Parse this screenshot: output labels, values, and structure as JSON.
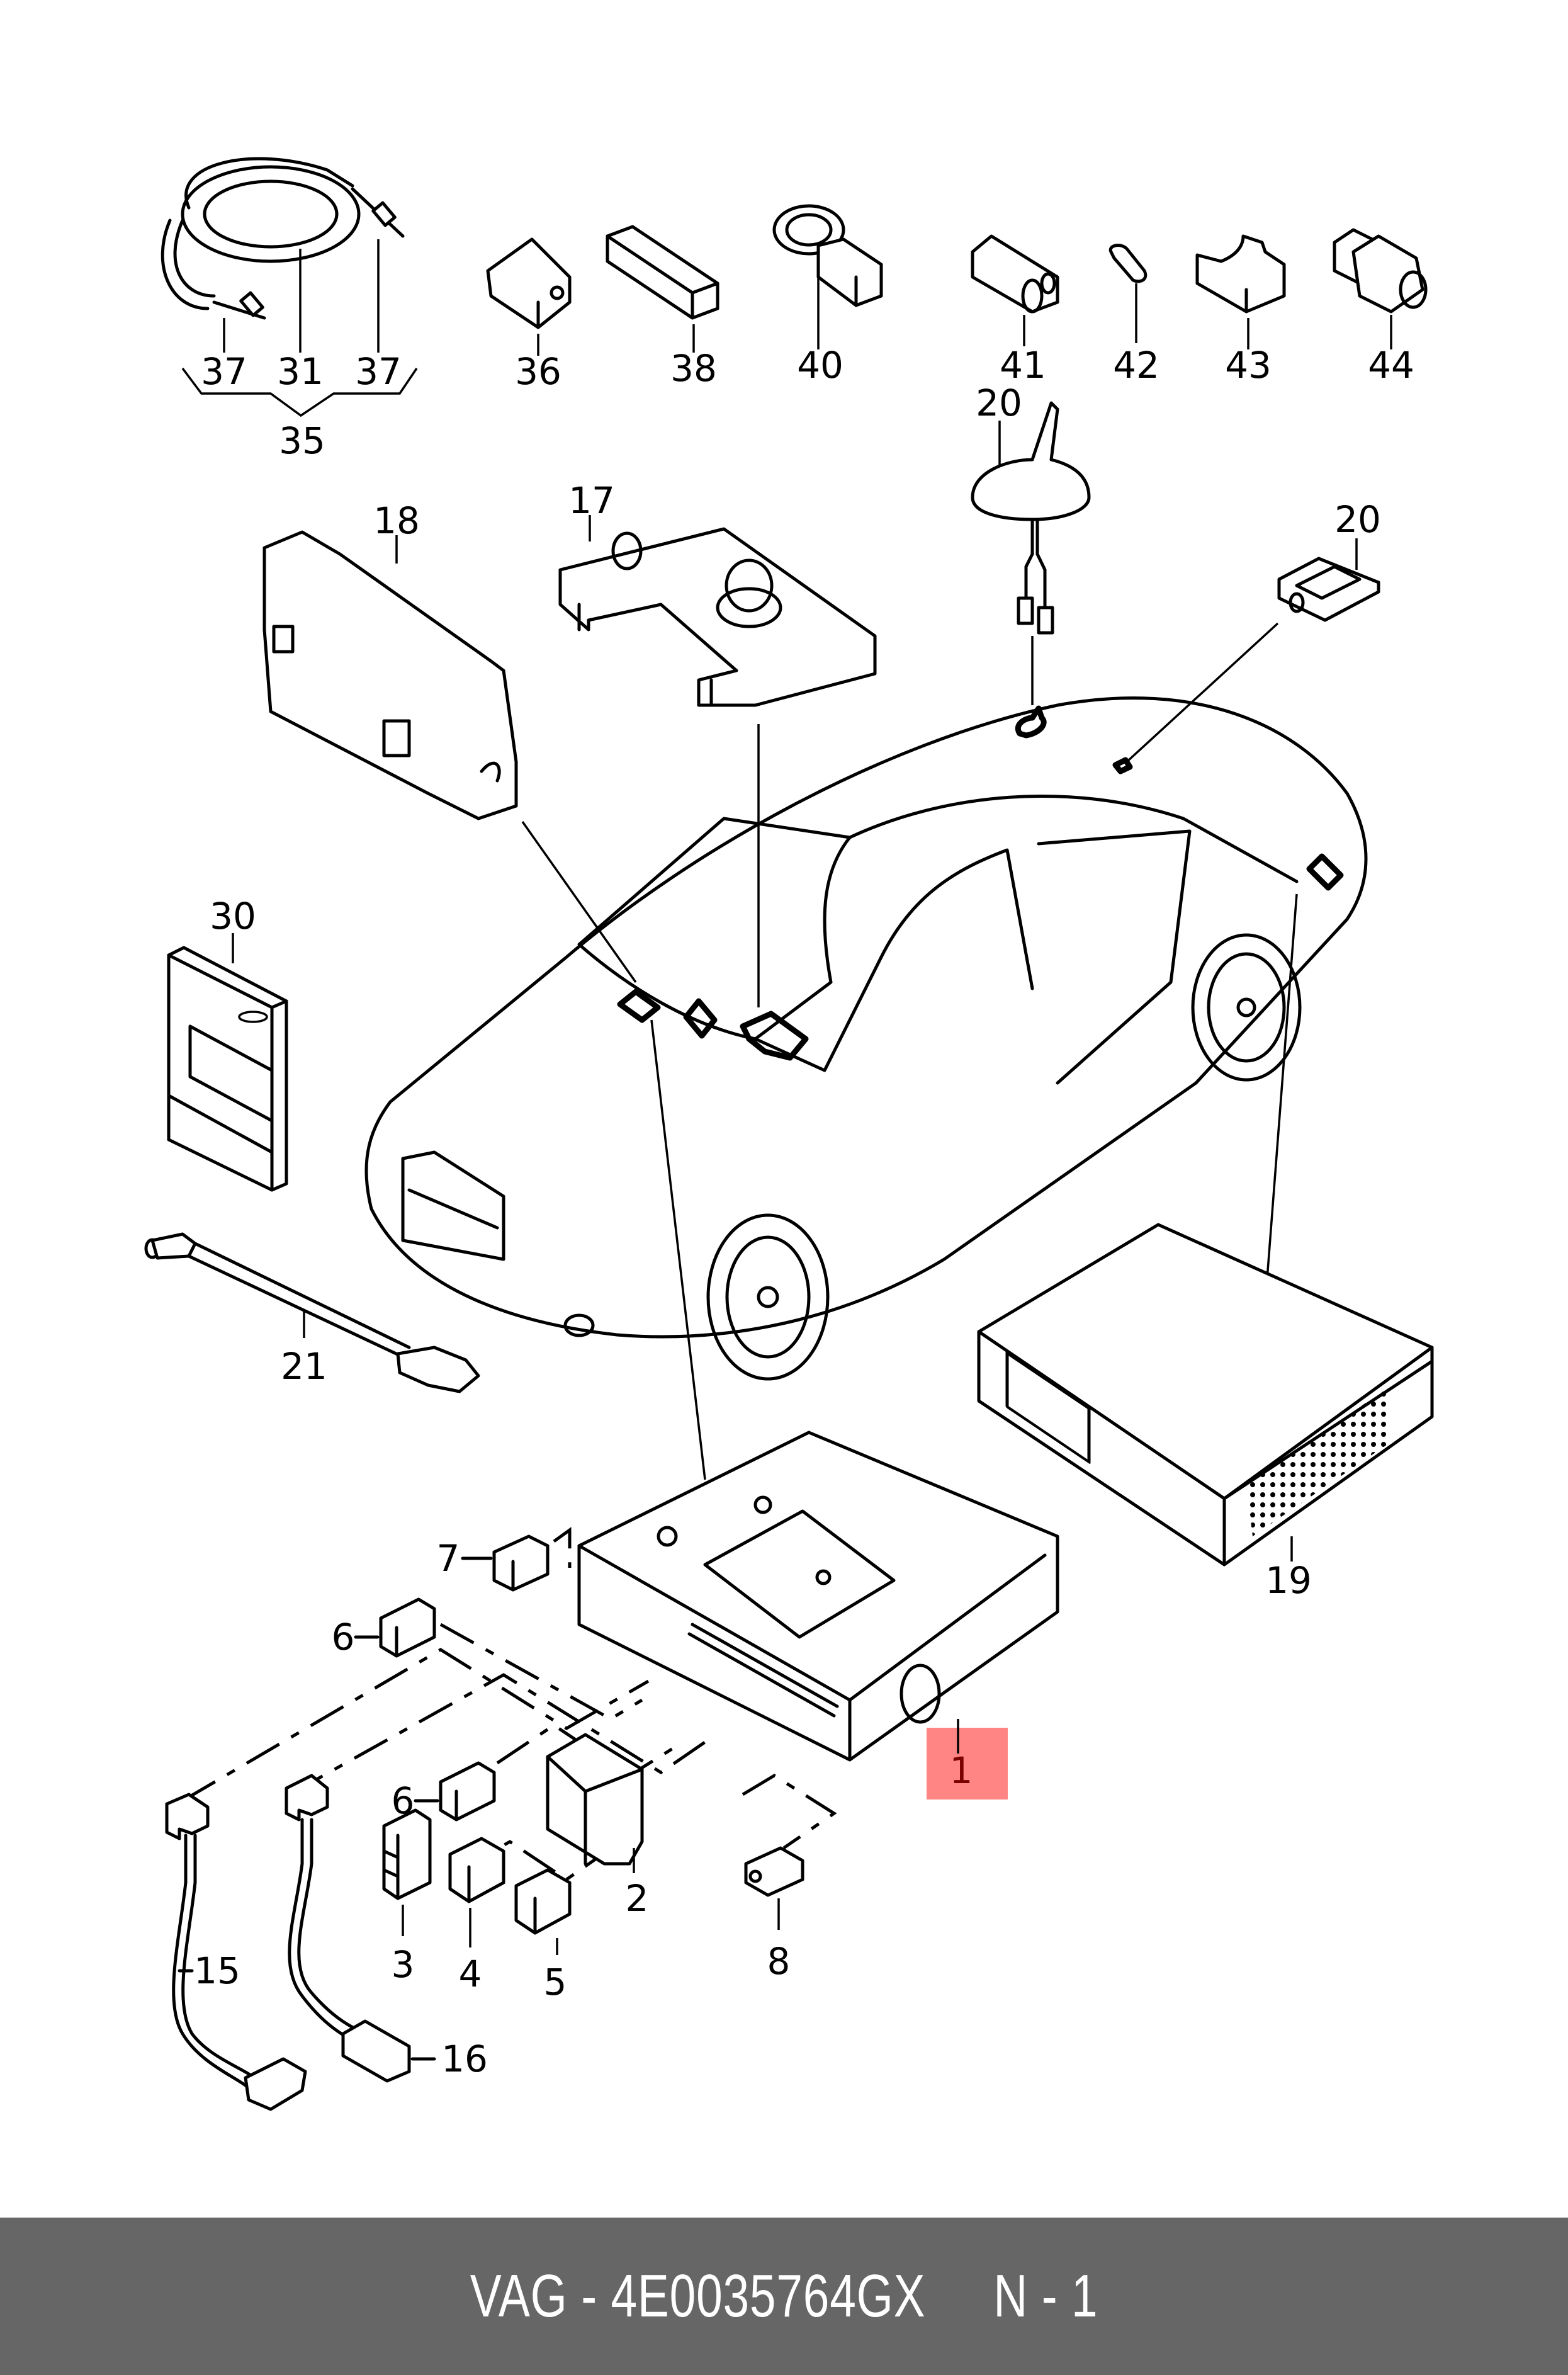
{
  "diagram": {
    "title": "Exploded parts diagram – radio / navigation unit, antennas and connectors",
    "callouts": [
      {
        "id": "c37a",
        "label": "37",
        "part": "cable connector end"
      },
      {
        "id": "c31",
        "label": "31",
        "part": "coiled cable"
      },
      {
        "id": "c37b",
        "label": "37",
        "part": "cable connector end"
      },
      {
        "id": "c35",
        "label": "35",
        "part": "cable assembly (group bracket)"
      },
      {
        "id": "c36",
        "label": "36",
        "part": "connector housing"
      },
      {
        "id": "c38",
        "label": "38",
        "part": "connector housing"
      },
      {
        "id": "c40",
        "label": "40",
        "part": "ring connector"
      },
      {
        "id": "c41",
        "label": "41",
        "part": "connector sleeve"
      },
      {
        "id": "c42",
        "label": "42",
        "part": "plug"
      },
      {
        "id": "c43",
        "label": "43",
        "part": "cap"
      },
      {
        "id": "c44",
        "label": "44",
        "part": "connector"
      },
      {
        "id": "c20a",
        "label": "20",
        "part": "roof antenna (shark fin)"
      },
      {
        "id": "c20b",
        "label": "20",
        "part": "antenna module"
      },
      {
        "id": "c17",
        "label": "17",
        "part": "control panel (MMI)"
      },
      {
        "id": "c18",
        "label": "18",
        "part": "control unit"
      },
      {
        "id": "c30",
        "label": "30",
        "part": "operating manual"
      },
      {
        "id": "c21",
        "label": "21",
        "part": "adapter cable"
      },
      {
        "id": "c19",
        "label": "19",
        "part": "navigation unit"
      },
      {
        "id": "c7",
        "label": "7",
        "part": "connector housing"
      },
      {
        "id": "c6a",
        "label": "6",
        "part": "connector housing"
      },
      {
        "id": "c6b",
        "label": "6",
        "part": "connector housing"
      },
      {
        "id": "c1",
        "label": "1",
        "part": "radio unit",
        "highlighted": true
      },
      {
        "id": "c2",
        "label": "2",
        "part": "connector housing (main)"
      },
      {
        "id": "c3",
        "label": "3",
        "part": "connector housing"
      },
      {
        "id": "c4",
        "label": "4",
        "part": "connector housing"
      },
      {
        "id": "c5",
        "label": "5",
        "part": "connector housing"
      },
      {
        "id": "c8",
        "label": "8",
        "part": "connector housing"
      },
      {
        "id": "c15",
        "label": "15",
        "part": "cable"
      },
      {
        "id": "c16",
        "label": "16",
        "part": "cable"
      }
    ],
    "highlight_color": "#ff8080"
  },
  "footer": {
    "text": "VAG - 4E0035764GX     N - 1",
    "brand": "VAG",
    "part_number": "4E0035764GX",
    "position": "N - 1",
    "background": "#666666",
    "text_color": "#ffffff"
  }
}
